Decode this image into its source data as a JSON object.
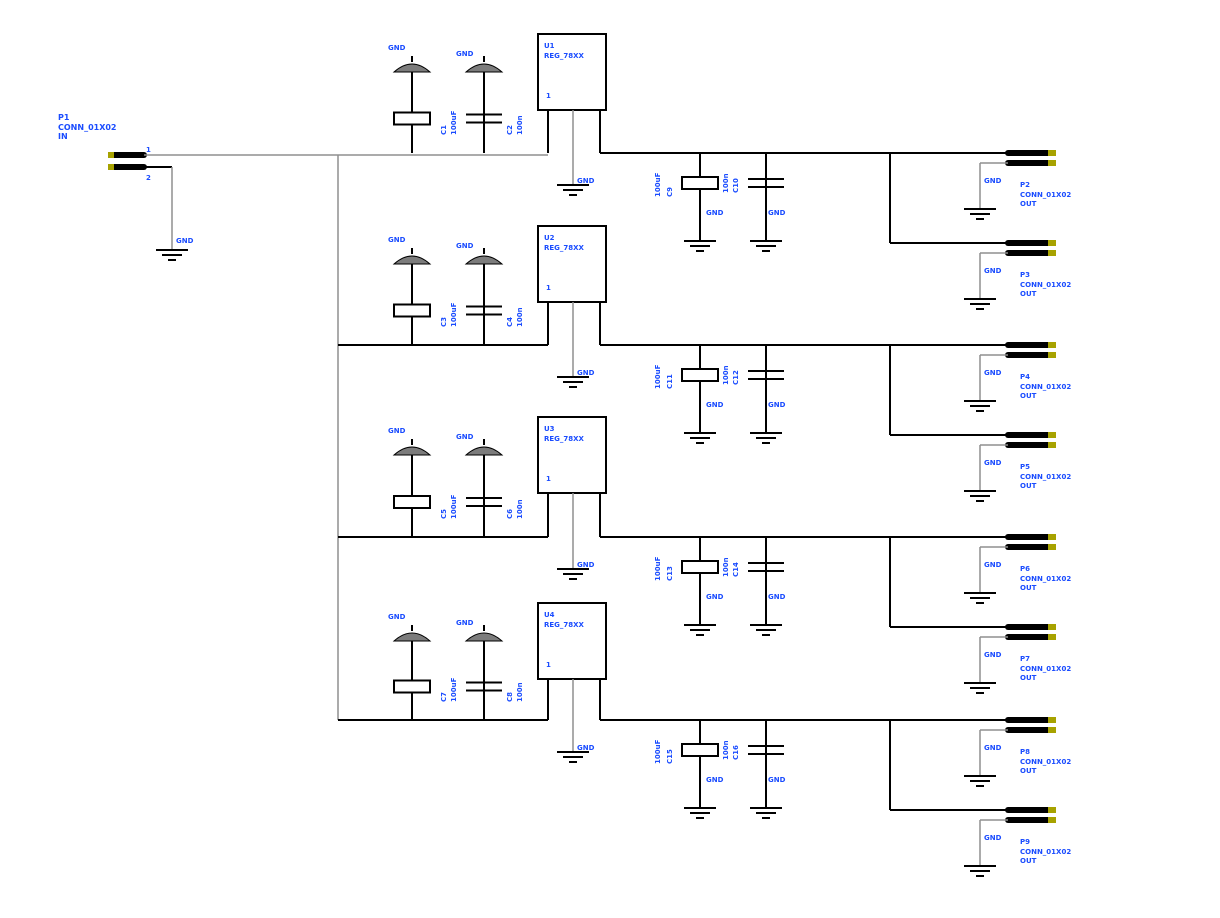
{
  "title": "",
  "input_connector": {
    "ref": "P1",
    "value": "CONN_01X02",
    "extra": "IN",
    "pin1": "1",
    "pin2": "2",
    "gnd": "GND"
  },
  "stages": [
    {
      "reg_ref": "U1",
      "reg_value": "REG_78XX",
      "reg_pin": "1",
      "reg_gnd": "GND",
      "in_caps": [
        {
          "ref": "C1",
          "value": "100uF",
          "gnd": "GND"
        },
        {
          "ref": "C2",
          "value": "100n",
          "gnd": "GND"
        }
      ],
      "out_caps": [
        {
          "ref": "C9",
          "value": "100uF",
          "gnd": "GND"
        },
        {
          "ref": "C10",
          "value": "100n",
          "gnd": "GND"
        }
      ],
      "outputs": [
        {
          "ref": "P2",
          "value": "CONN_01X02",
          "extra": "OUT",
          "gnd": "GND"
        },
        {
          "ref": "P3",
          "value": "CONN_01X02",
          "extra": "OUT",
          "gnd": "GND"
        }
      ]
    },
    {
      "reg_ref": "U2",
      "reg_value": "REG_78XX",
      "reg_pin": "1",
      "reg_gnd": "GND",
      "in_caps": [
        {
          "ref": "C3",
          "value": "100uF",
          "gnd": "GND"
        },
        {
          "ref": "C4",
          "value": "100n",
          "gnd": "GND"
        }
      ],
      "out_caps": [
        {
          "ref": "C11",
          "value": "100uF",
          "gnd": "GND"
        },
        {
          "ref": "C12",
          "value": "100n",
          "gnd": "GND"
        }
      ],
      "outputs": [
        {
          "ref": "P4",
          "value": "CONN_01X02",
          "extra": "OUT",
          "gnd": "GND"
        },
        {
          "ref": "P5",
          "value": "CONN_01X02",
          "extra": "OUT",
          "gnd": "GND"
        }
      ]
    },
    {
      "reg_ref": "U3",
      "reg_value": "REG_78XX",
      "reg_pin": "1",
      "reg_gnd": "GND",
      "in_caps": [
        {
          "ref": "C5",
          "value": "100uF",
          "gnd": "GND"
        },
        {
          "ref": "C6",
          "value": "100n",
          "gnd": "GND"
        }
      ],
      "out_caps": [
        {
          "ref": "C13",
          "value": "100uF",
          "gnd": "GND"
        },
        {
          "ref": "C14",
          "value": "100n",
          "gnd": "GND"
        }
      ],
      "outputs": [
        {
          "ref": "P6",
          "value": "CONN_01X02",
          "extra": "OUT",
          "gnd": "GND"
        },
        {
          "ref": "P7",
          "value": "CONN_01X02",
          "extra": "OUT",
          "gnd": "GND"
        }
      ]
    },
    {
      "reg_ref": "U4",
      "reg_value": "REG_78XX",
      "reg_pin": "1",
      "reg_gnd": "GND",
      "in_caps": [
        {
          "ref": "C7",
          "value": "100uF",
          "gnd": "GND"
        },
        {
          "ref": "C8",
          "value": "100n",
          "gnd": "GND"
        }
      ],
      "out_caps": [
        {
          "ref": "C15",
          "value": "100uF",
          "gnd": "GND"
        },
        {
          "ref": "C16",
          "value": "100n",
          "gnd": "GND"
        }
      ],
      "outputs": [
        {
          "ref": "P8",
          "value": "CONN_01X02",
          "extra": "OUT",
          "gnd": "GND"
        },
        {
          "ref": "P9",
          "value": "CONN_01X02",
          "extra": "OUT",
          "gnd": "GND"
        }
      ]
    }
  ],
  "colors": {
    "wire": "#000000",
    "bus": "#8f8f8f",
    "label": "#1a4cff",
    "pin_tip": "#a7a200",
    "ground_fill": "#7c7c7c"
  }
}
